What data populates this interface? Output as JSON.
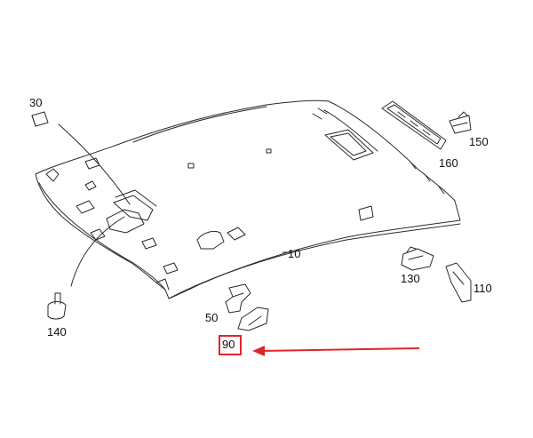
{
  "parts": [
    {
      "id": "p10",
      "label": "10"
    },
    {
      "id": "p30",
      "label": "30"
    },
    {
      "id": "p50",
      "label": "50"
    },
    {
      "id": "p90",
      "label": "90",
      "highlighted": true
    },
    {
      "id": "p110",
      "label": "110"
    },
    {
      "id": "p130",
      "label": "130"
    },
    {
      "id": "p140",
      "label": "140"
    },
    {
      "id": "p150",
      "label": "150"
    },
    {
      "id": "p160",
      "label": "160"
    }
  ],
  "colors": {
    "line": "#2a2a2a",
    "highlight": "#e0252b",
    "background": "#ffffff"
  }
}
